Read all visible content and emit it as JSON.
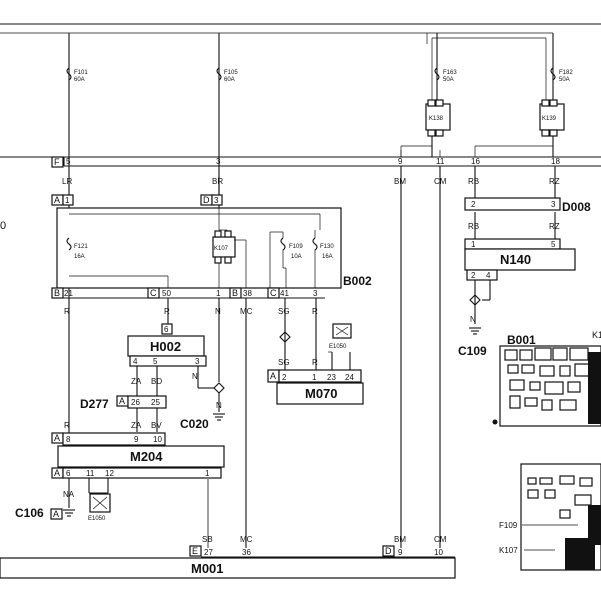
{
  "fuses": [
    {
      "id": "F101",
      "rating": "60A"
    },
    {
      "id": "F105",
      "rating": "60A"
    },
    {
      "id": "F163",
      "rating": "50A"
    },
    {
      "id": "F182",
      "rating": "50A"
    }
  ],
  "relays_top": [
    "K138",
    "K139"
  ],
  "main_connector": {
    "letter": "F",
    "pins": [
      "5",
      "3",
      "9",
      "11",
      "16",
      "18"
    ]
  },
  "wires_top": [
    "LR",
    "BR",
    "BM",
    "CM",
    "RB",
    "RZ"
  ],
  "b002": {
    "name": "B002",
    "connectors": {
      "a": "A",
      "d": "D",
      "b": "B",
      "c": "C",
      "b2": "B",
      "c2": "C"
    },
    "pins_in": [
      "1",
      "3"
    ],
    "fuses": [
      {
        "id": "F121",
        "rating": "16A"
      },
      {
        "id": "F109",
        "rating": "10A"
      },
      {
        "id": "F130",
        "rating": "16A"
      }
    ],
    "relay": "K107",
    "pins_out": [
      "21",
      "50",
      "1",
      "38",
      "41",
      "3"
    ]
  },
  "d008": {
    "name": "D008",
    "pins_top": [
      "2",
      "3"
    ],
    "wires": [
      "RB",
      "RZ"
    ],
    "pins_bottom": [
      "1",
      "5"
    ]
  },
  "n140": {
    "name": "N140",
    "pins": [
      "2",
      "4"
    ],
    "wire": "N",
    "ground": "C109"
  },
  "b001": {
    "name": "B001",
    "partial": "K1"
  },
  "h002": {
    "name": "H002",
    "pin_top": "6",
    "pins_bottom": [
      "4",
      "5",
      "3"
    ]
  },
  "wires_mid": {
    "r1": "R",
    "r2": "R",
    "n": "N",
    "mc": "MC",
    "sg": "SG",
    "r3": "R",
    "za": "ZA",
    "bd": "BD",
    "n2": "N"
  },
  "c020": "C020",
  "d277": {
    "name": "D277",
    "connector": "A",
    "pins": [
      "26",
      "25"
    ],
    "wires": [
      "ZA",
      "BV"
    ]
  },
  "m070": {
    "name": "M070",
    "connector": "A",
    "pins": [
      "2",
      "1",
      "23",
      "24"
    ],
    "wires": [
      "SG",
      "R"
    ],
    "ground": "E1050"
  },
  "m204": {
    "name": "M204",
    "connector_top": "A",
    "pins_top": [
      "8",
      "9",
      "10"
    ],
    "connector_bottom": "A",
    "pins_bottom": [
      "6",
      "11",
      "12",
      "1"
    ],
    "wire_r": "R"
  },
  "c106": {
    "name": "C106",
    "connector": "A",
    "wire": "NA",
    "ground": "E1050"
  },
  "m001": {
    "name": "M001",
    "connector_e": "E",
    "pins_e": [
      "27",
      "36"
    ],
    "wires": [
      "SB",
      "MC"
    ],
    "connector_d": "D",
    "pins_d": [
      "9",
      "10"
    ],
    "wires_d": [
      "BM",
      "CM"
    ]
  },
  "inset": {
    "fuse": "F109",
    "relay": "K107"
  }
}
